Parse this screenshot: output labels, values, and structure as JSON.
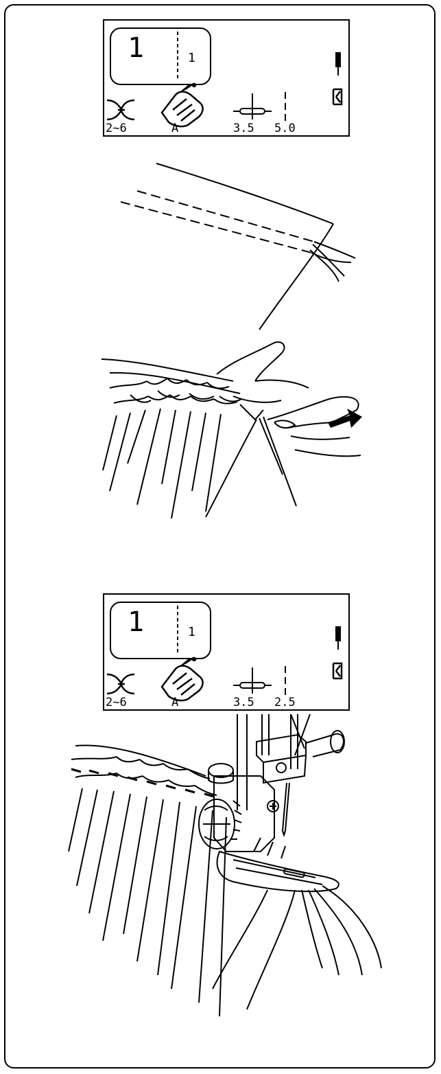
{
  "panels": [
    {
      "pattern_number": "1",
      "sub_number": "1",
      "tension_range": "2~6",
      "presser_foot": "A",
      "stitch_width": "3.5",
      "stitch_length": "5.0"
    },
    {
      "pattern_number": "1",
      "sub_number": "1",
      "tension_range": "2~6",
      "presser_foot": "A",
      "stitch_width": "3.5",
      "stitch_length": "2.5"
    }
  ]
}
